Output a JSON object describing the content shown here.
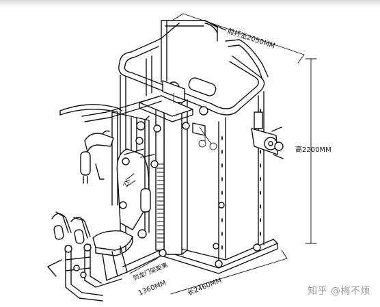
{
  "dimensions": {
    "depth": "前杆宽2050MM",
    "height": "高2200MM",
    "length": "长2460MM",
    "side_label": "到龙门架距离",
    "side_value": "1360MM"
  },
  "watermark": "知乎 @梅不烦",
  "colors": {
    "line": "#111111",
    "background": "#ffffff"
  }
}
